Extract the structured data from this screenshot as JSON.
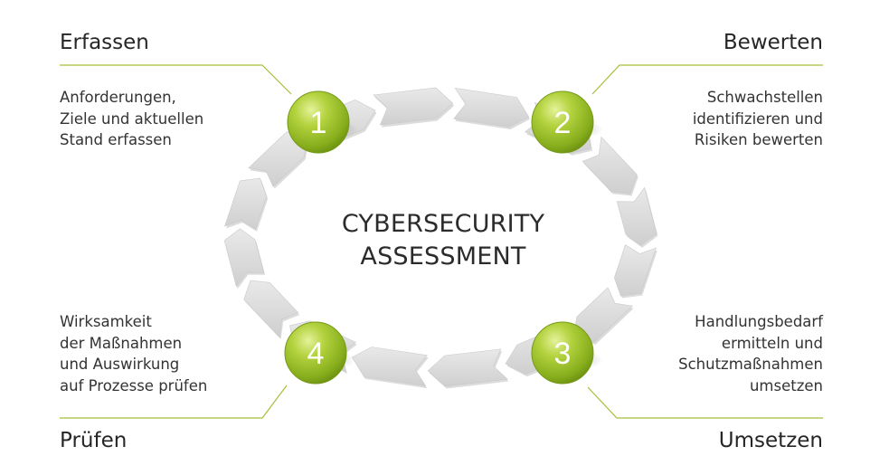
{
  "center_title": {
    "line1": "CYBERSECURITY",
    "line2": "ASSESSMENT"
  },
  "steps": [
    {
      "number": "1",
      "title": "Erfassen",
      "description": [
        "Anforderungen,",
        "Ziele und aktuellen",
        "Stand erfassen"
      ]
    },
    {
      "number": "2",
      "title": "Bewerten",
      "description": [
        "Schwachstellen",
        "identifizieren und",
        "Risiken bewerten"
      ]
    },
    {
      "number": "3",
      "title": "Umsetzen",
      "description": [
        "Handlungsbedarf",
        "ermitteln und",
        "Schutzmaßnahmen",
        "umsetzen"
      ]
    },
    {
      "number": "4",
      "title": "Prüfen",
      "description": [
        "Wirksamkeit",
        "der Maßnahmen",
        "und Auswirkung",
        "auf Prozesse prüfen"
      ]
    }
  ],
  "colors": {
    "accent_green": "#9cbf2b",
    "accent_green_dark": "#6f9211",
    "leader_line": "#a3bf3a",
    "arrow_gray": "#dcdcdc",
    "arrow_shadow": "#c4c4c4"
  }
}
